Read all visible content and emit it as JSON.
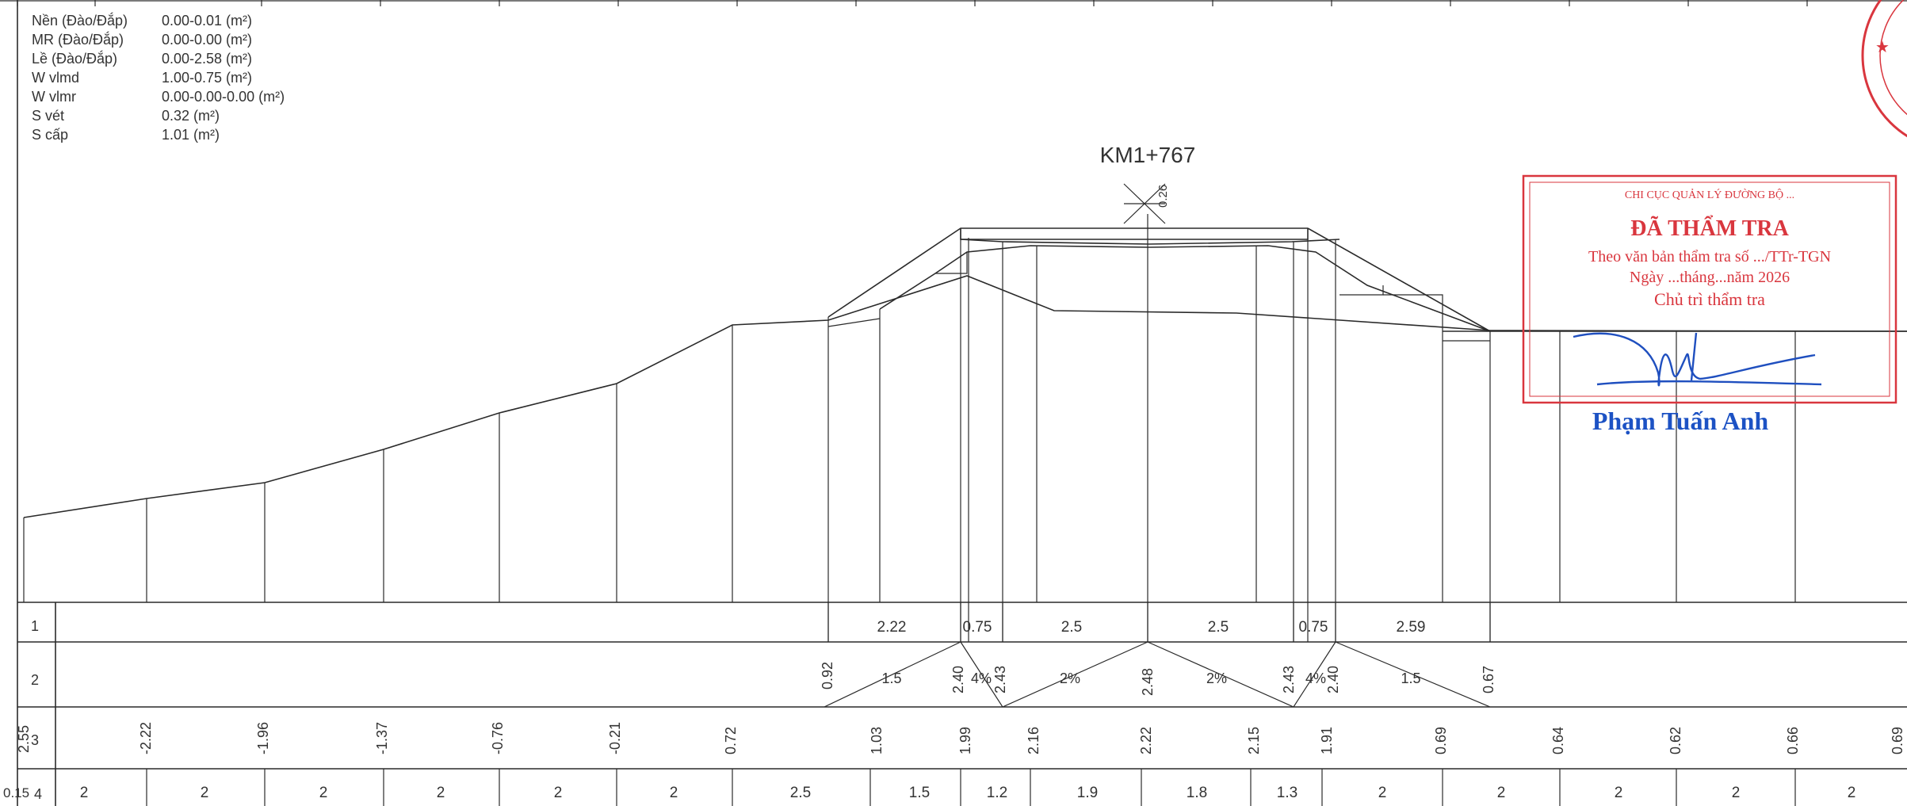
{
  "section_title": "KM1+767",
  "center_value": "0.26",
  "info_table": [
    {
      "label": "Nền (Đào/Đắp)",
      "value": "0.00-0.01 (m²)"
    },
    {
      "label": "MR (Đào/Đắp)",
      "value": "0.00-0.00 (m²)"
    },
    {
      "label": "Lề (Đào/Đắp)",
      "value": "0.00-2.58 (m²)"
    },
    {
      "label": "W vlmd",
      "value": "1.00-0.75 (m²)"
    },
    {
      "label": "W vlmr",
      "value": "0.00-0.00-0.00 (m²)"
    },
    {
      "label": "S vét",
      "value": "0.32 (m²)"
    },
    {
      "label": "S cấp",
      "value": "1.01 (m²)"
    }
  ],
  "rows": {
    "row1": {
      "label": "1",
      "cells": [
        "2.22",
        "0.75",
        "2.5",
        "2.5",
        "0.75",
        "2.59"
      ]
    },
    "row2": {
      "label": "2",
      "edge_left": "0.92",
      "slope_left": "1.5",
      "sh_left_outer": "2.40",
      "pct_left_small": "4%",
      "sh_left_inner": "2.43",
      "pct_left": "2%",
      "center": "2.48",
      "pct_right": "2%",
      "sh_right_inner": "2.43",
      "pct_right_small": "4%",
      "sh_right_outer": "2.40",
      "slope_right": "1.5",
      "edge_right": "0.67"
    },
    "row3": {
      "label": "3",
      "first": "2.55",
      "values": [
        "-2.22",
        "-1.96",
        "-1.37",
        "-0.76",
        "-0.21",
        "0.72",
        "1.03",
        "1.99",
        "2.16",
        "2.22",
        "2.15",
        "1.91",
        "0.69",
        "0.64",
        "0.62",
        "0.66",
        "0.69"
      ]
    },
    "row4": {
      "label": "4",
      "lead": "0.15",
      "values": [
        "2",
        "2",
        "2",
        "2",
        "2",
        "2",
        "2.5",
        "1.5",
        "1.2",
        "1.9",
        "1.8",
        "1.3",
        "2",
        "2",
        "2",
        "2",
        "2"
      ]
    }
  },
  "stamp": {
    "header": "CHI CỤC QUẢN LÝ ĐƯỜNG BỘ ...",
    "title": "ĐÃ THẨM TRA",
    "line1": "Theo văn bản thẩm tra số .../TTr-TGN",
    "line2": "Ngày ...tháng...năm 2026",
    "line3": "Chủ trì thẩm tra",
    "signer": "Phạm Tuấn Anh"
  },
  "colors": {
    "ink": "#2a2a2a",
    "stamp": "#d9363e",
    "signature": "#1c52c4"
  }
}
